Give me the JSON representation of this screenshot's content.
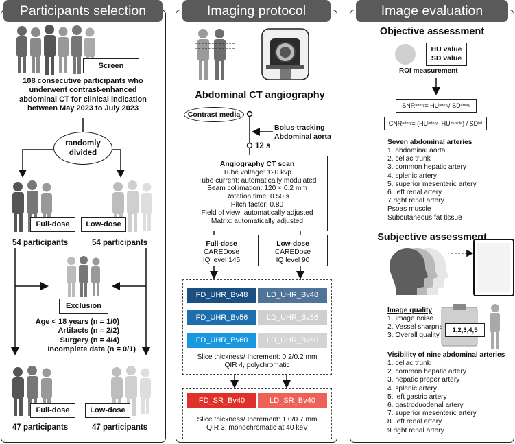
{
  "panels": {
    "participants": "Participants selection",
    "imaging": "Imaging protocol",
    "evaluation": "Image evaluation"
  },
  "selection": {
    "screen_label": "Screen",
    "cohort_lines": [
      "108 consecutive participants who",
      "underwent contrast-enhanced",
      "abdominal CT for clinical indication",
      "between May 2023 to July 2023"
    ],
    "random_line1": "randomly",
    "random_line2": "divided",
    "full_dose_label": "Full-dose",
    "low_dose_label": "Low-dose",
    "full_dose_count": "54 participants",
    "low_dose_count": "54 participants",
    "exclusion_label": "Exclusion",
    "exclusion_items": [
      "Age < 18 years (n = 1/0)",
      "Artifacts (n = 2/2)",
      "Surgery (n = 4/4)",
      "Incomplete data (n = 0/1)"
    ],
    "final_full_label": "Full-dose",
    "final_low_label": "Low-dose",
    "final_full_count": "47 participants",
    "final_low_count": "47 participants"
  },
  "protocol": {
    "title": "Abdominal CT angiography",
    "contrast_label": "Contrast media",
    "bolus_line1": "Bolus-tracking",
    "bolus_line2": "Abdominal aorta",
    "delay": "12 s",
    "scan_title": "Angiography CT scan",
    "scan_params": [
      "Tube voltage: 120 kvp",
      "Tube current: automatically modulated",
      "Beam collimation: 120 × 0.2 mm",
      "Rotation time: 0.50 s",
      "Pitch factor: 0.80",
      "Field of view: automatically adjusted",
      "Matrix: automatically adjusted"
    ],
    "full_dose": {
      "title": "Full-dose",
      "line1": "CAREDose",
      "line2": "IQ level 145"
    },
    "low_dose": {
      "title": "Low-dose",
      "line1": "CAREDose",
      "line2": "IQ level 90"
    },
    "recons_uhr": [
      {
        "fd": "FD_UHR_Bv48",
        "ld": "LD_UHR_Bv48",
        "fd_color": "#1a4f82",
        "ld_color": "#4f7399"
      },
      {
        "fd": "FD_UHR_Bv56",
        "ld": "LD_UHR_Bv56",
        "fd_color": "#1d6fae",
        "ld_color": "#cfcfcf"
      },
      {
        "fd": "FD_UHR_Bv60",
        "ld": "LD_UHR_Bv60",
        "fd_color": "#1998e0",
        "ld_color": "#d4d4d4"
      }
    ],
    "uhr_note1": "Slice thickness/ Increment: 0.2/0.2 mm",
    "uhr_note2": "QIR 4, polychromatic",
    "recon_sr": {
      "fd": "FD_SR_Bv40",
      "ld": "LD_SR_Bv40",
      "fd_color": "#e0302a",
      "ld_color": "#ee6157"
    },
    "sr_note1": "Slice thickness/ Increment: 1.0/0.7 mm",
    "sr_note2": "QIR 3, monochromatic at 40 keV"
  },
  "evaluation": {
    "objective_title": "Objective assessment",
    "hu_value": "HU value",
    "sd_value": "SD value",
    "roi_label": "ROI measurement",
    "snr": {
      "lead": "SNR",
      "lead_sub": "artery",
      "eq": " = HU",
      "eq_sub": "artery",
      "slash": " / SD",
      "tail_sub": "artery"
    },
    "cnr": {
      "lead": "CNR",
      "lead_sub": "artery",
      "eq": " = (HU",
      "eq_sub": "artery",
      "minus": " - HU",
      "minus_sub": "muscle",
      "close": ") / SD",
      "tail_sub": "fat"
    },
    "seven_title": "Seven abdominal arteries",
    "seven_items": [
      "1. abdominal aorta",
      "2. celiac trunk",
      "3. common hepatic artery",
      "4. splenic artery",
      "5. superior mesenteric artery",
      "6. left renal artery",
      "7.right renal artery",
      "Psoas muscle",
      "Subcutaneous fat tissue"
    ],
    "subjective_title": "Subjective assessment",
    "iq_title": "Image quality",
    "iq_items": [
      "1. Image noise",
      "2. Vessel sharpness",
      "3. Overall quality"
    ],
    "score_label": "1,2,3,4,5",
    "nine_title": "Visibility of nine abdominal arteries",
    "nine_items": [
      "1. celiac trunk",
      "2. common hepatic artery",
      "3. hepatic proper artery",
      "4. splenic artery",
      "5. left gastric artery",
      "6. gastroduodenal artery",
      "7. superior mesenteric artery",
      "8. left renal artery",
      "9.right renal artery"
    ]
  }
}
